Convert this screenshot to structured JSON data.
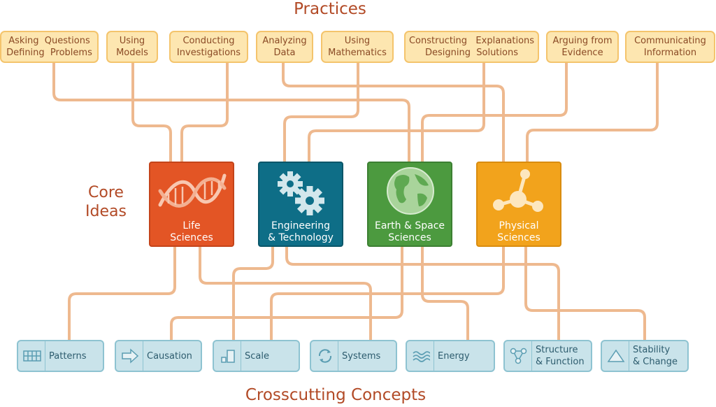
{
  "titles": {
    "practices": "Practices",
    "core": "Core\nIdeas",
    "concepts": "Crosscutting Concepts"
  },
  "practices": [
    "Asking  Questions\nDefining  Problems",
    "Using\nModels",
    "Conducting\nInvestigations",
    "Analyzing\nData",
    "Using\nMathematics",
    "Constructing   Explanations\nDesigning  Solutions",
    "Arguing from\nEvidence",
    "Communicating\nInformation"
  ],
  "core_ideas": [
    {
      "label": "Life\nSciences",
      "icon": "dna-icon",
      "color": "#e35525"
    },
    {
      "label": "Engineering\n& Technology",
      "icon": "gears-icon",
      "color": "#0e6e87"
    },
    {
      "label": "Earth & Space\nSciences",
      "icon": "globe-icon",
      "color": "#4c9a3f"
    },
    {
      "label": "Physical\nSciences",
      "icon": "molecule-icon",
      "color": "#f2a31c"
    }
  ],
  "concepts": [
    {
      "label": "Patterns",
      "icon": "grid-icon"
    },
    {
      "label": "Causation",
      "icon": "arrow-icon"
    },
    {
      "label": "Scale",
      "icon": "scale-bars-icon"
    },
    {
      "label": "Systems",
      "icon": "cycle-icon"
    },
    {
      "label": "Energy",
      "icon": "waves-icon"
    },
    {
      "label": "Structure\n& Function",
      "icon": "nodes-icon"
    },
    {
      "label": "Stability\n& Change",
      "icon": "triangle-icon"
    }
  ],
  "colors": {
    "connector": "#eeb98f",
    "practice_fill": "#fde6b0",
    "concept_fill": "#c9e3ea",
    "title": "#b24a26"
  }
}
